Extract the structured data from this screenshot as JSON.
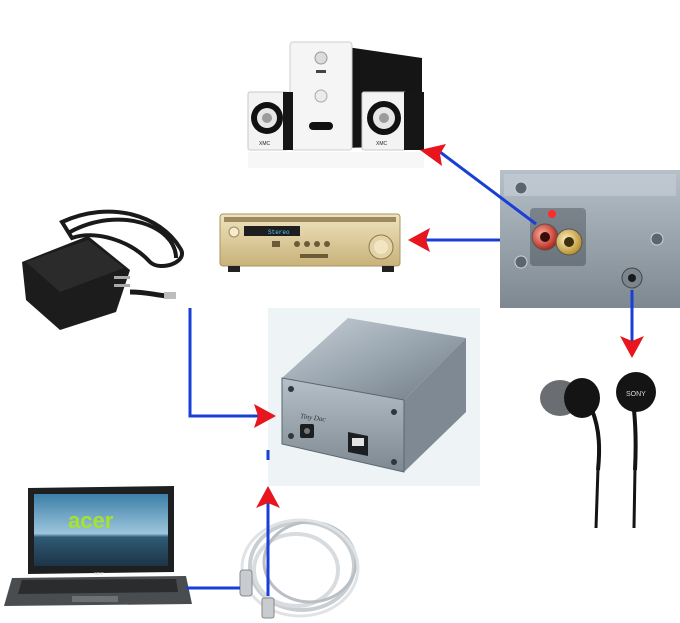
{
  "diagram": {
    "description_free": true,
    "labels": {
      "laptop_brand": "acer",
      "laptop_bezel_brand": "acer",
      "earphone_brand": "SONY",
      "speaker_brand_left": "XMC",
      "speaker_brand_right": "XMC",
      "dac_script": "Tiny Dac",
      "receiver_display": "Stereo"
    },
    "colors": {
      "wire": "#1a3fd6",
      "arrow": "#e8141e",
      "dac_body": "#9aa6b0",
      "receiver_gold": "#d9c79a",
      "speaker_white": "#f2f2f2",
      "speaker_black": "#141414"
    }
  }
}
